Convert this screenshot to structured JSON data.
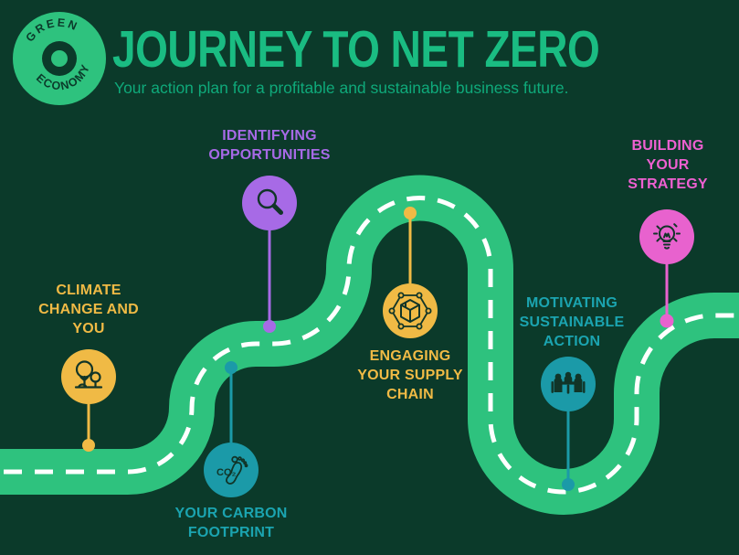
{
  "page": {
    "background_color": "#0b3a2a",
    "road_color": "#2ec27e",
    "road_line_color": "#ffffff",
    "icon_ink_color": "#113528"
  },
  "header": {
    "logo": {
      "top_text": "GREEN",
      "bottom_text": "ECONOMY"
    },
    "title": "JOURNEY TO NET ZERO",
    "subtitle": "Your action plan for a profitable and sustainable business future."
  },
  "milestones": [
    {
      "id": "climate-change-and-you",
      "label": "CLIMATE\nCHANGE AND\nYOU",
      "color": "#f0ba45",
      "icon": "trees-icon"
    },
    {
      "id": "identifying-opportunities",
      "label": "IDENTIFYING\nOPPORTUNITIES",
      "color": "#a76ae6",
      "icon": "magnifier-icon"
    },
    {
      "id": "your-carbon-footprint",
      "label": "YOUR CARBON\nFOOTPRINT",
      "color": "#1b9aa8",
      "icon": "carbon-footprint-icon"
    },
    {
      "id": "engaging-your-supply-chain",
      "label": "ENGAGING\nYOUR SUPPLY\nCHAIN",
      "color": "#f0ba45",
      "icon": "supply-chain-icon"
    },
    {
      "id": "motivating-sustainable-action",
      "label": "MOTIVATING\nSUSTAINABLE\nACTION",
      "color": "#1b9aa8",
      "icon": "meeting-icon"
    },
    {
      "id": "building-your-strategy",
      "label": "BUILDING\nYOUR\nSTRATEGY",
      "color": "#e862ce",
      "icon": "lightbulb-icon"
    }
  ],
  "icons": {
    "co2_label": "CO₂"
  }
}
